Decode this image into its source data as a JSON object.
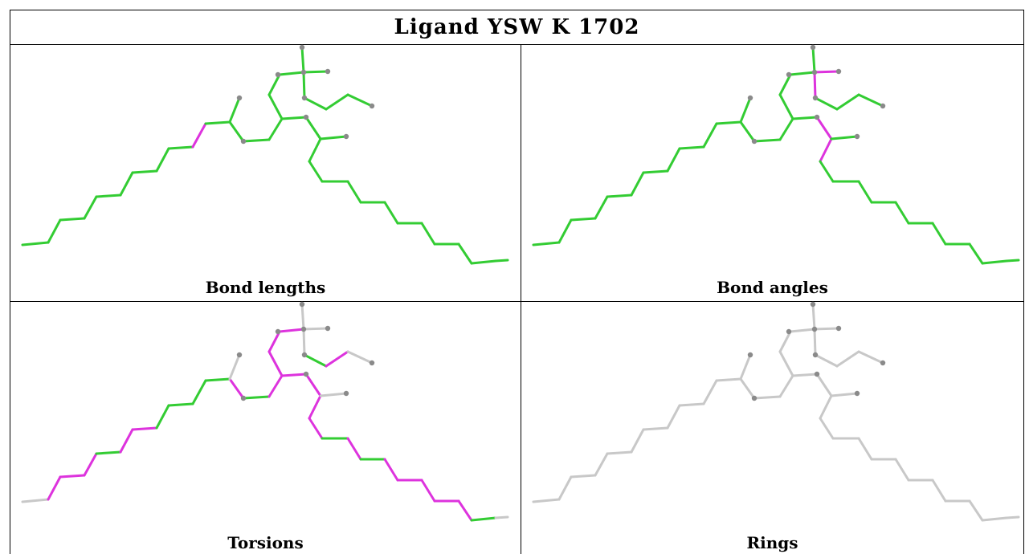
{
  "title": "Ligand YSW K 1702",
  "panels": [
    {
      "caption": "Bond lengths"
    },
    {
      "caption": "Bond angles"
    },
    {
      "caption": "Torsions"
    },
    {
      "caption": "Rings"
    }
  ],
  "colors": {
    "ok": "#33cc33",
    "outlier": "#dd33dd",
    "neutral": "#c8c8c8",
    "atom": "#8a8a8a"
  }
}
